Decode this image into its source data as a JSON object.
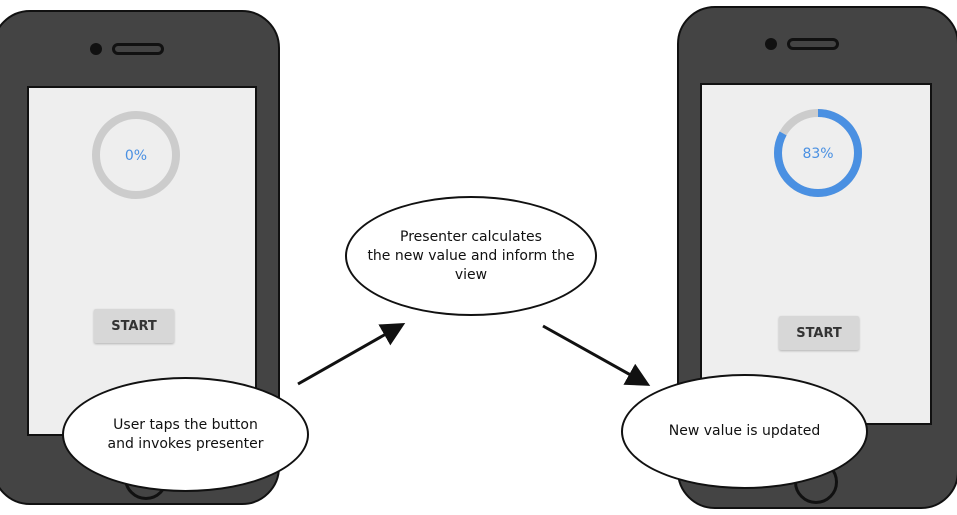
{
  "left_phone": {
    "progress": {
      "value": 0,
      "label": "0%"
    },
    "start_button": {
      "label": "START"
    }
  },
  "right_phone": {
    "progress": {
      "value": 83,
      "label": "83%"
    },
    "start_button": {
      "label": "START"
    }
  },
  "bubbles": {
    "user": {
      "lines": [
        "User taps the button",
        "and invokes presenter"
      ]
    },
    "presenter": {
      "lines": [
        "Presenter calculates",
        "the new value and inform the",
        "view"
      ]
    },
    "updated": {
      "lines": [
        "New value is updated"
      ]
    }
  },
  "colors": {
    "phone_body": "#444444",
    "screen": "#eeeeee",
    "progress_fill": "#4a90e2",
    "progress_track": "#cccccc",
    "button": "#d7d7d7"
  }
}
